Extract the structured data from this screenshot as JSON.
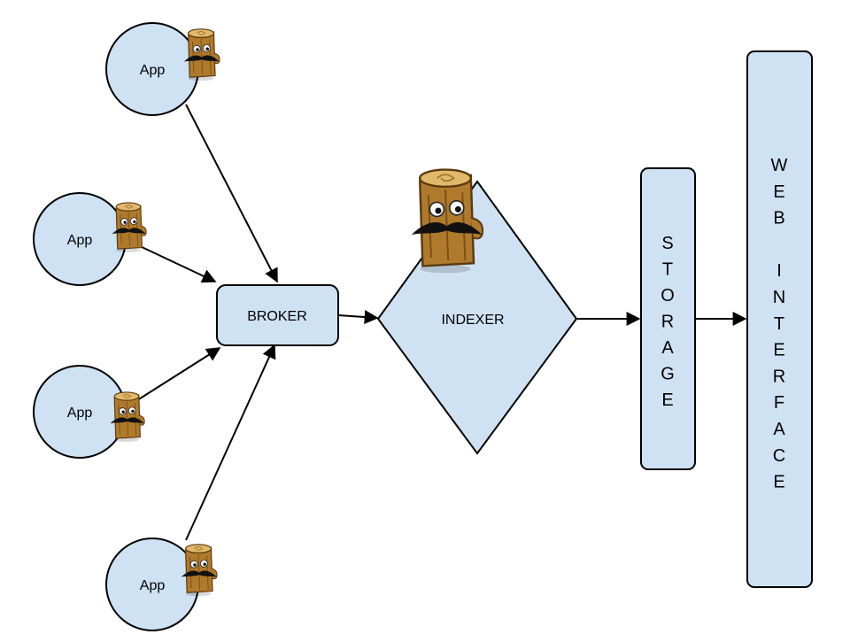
{
  "diagram": {
    "apps": [
      {
        "label": "App"
      },
      {
        "label": "App"
      },
      {
        "label": "App"
      },
      {
        "label": "App"
      }
    ],
    "broker": {
      "label": "BROKER"
    },
    "indexer": {
      "label": "INDEXER"
    },
    "storage": {
      "label": "STORAGE"
    },
    "web_interface": {
      "lines": [
        "WEB",
        "INTERFACE"
      ]
    },
    "mascot": {
      "icon": "log-mascot-with-mustache"
    },
    "colors": {
      "node_fill": "#cfe2f3",
      "stroke": "#000000",
      "mascot_wood": "#b07a2c",
      "mascot_top": "#e2b96a"
    }
  }
}
